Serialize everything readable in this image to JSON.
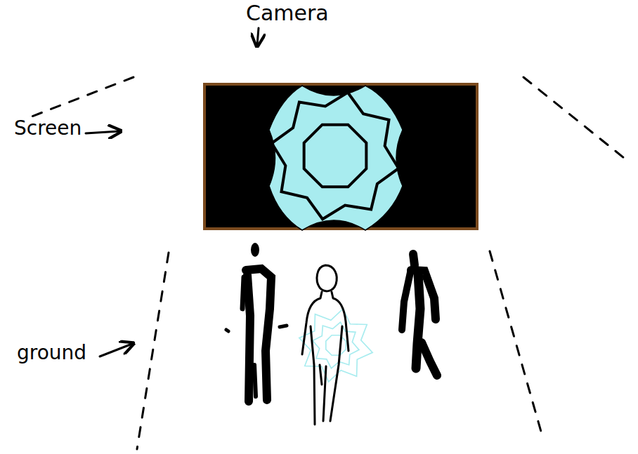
{
  "diagram": {
    "labels": [
      "Camera",
      "Screen",
      "ground"
    ]
  }
}
